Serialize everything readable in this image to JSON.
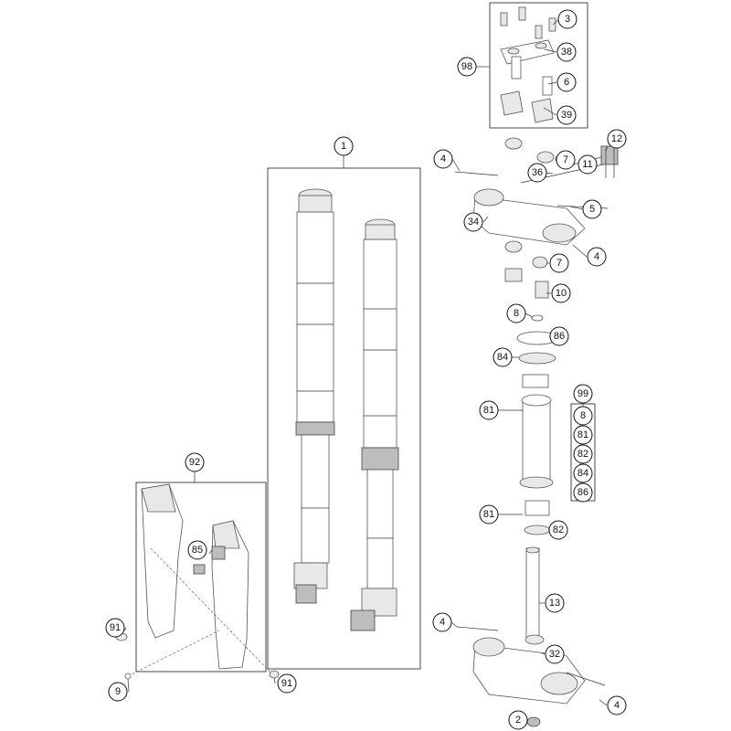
{
  "callouts": {
    "c1": "1",
    "c2": "2",
    "c3": "3",
    "c4a": "4",
    "c4b": "4",
    "c4c": "4",
    "c4d": "4",
    "c5": "5",
    "c6": "6",
    "c7a": "7",
    "c7b": "7",
    "c8": "8",
    "c9": "9",
    "c10": "10",
    "c11": "11",
    "c12": "12",
    "c13": "13",
    "c32": "32",
    "c34": "34",
    "c36": "36",
    "c38": "38",
    "c39": "39",
    "c81a": "81",
    "c81b": "81",
    "c82": "82",
    "c84": "84",
    "c85": "85",
    "c86": "86",
    "c91a": "91",
    "c91b": "91",
    "c92": "92",
    "c98": "98",
    "c99": "99"
  },
  "kit_99_items": [
    "8",
    "81",
    "82",
    "84",
    "86"
  ]
}
